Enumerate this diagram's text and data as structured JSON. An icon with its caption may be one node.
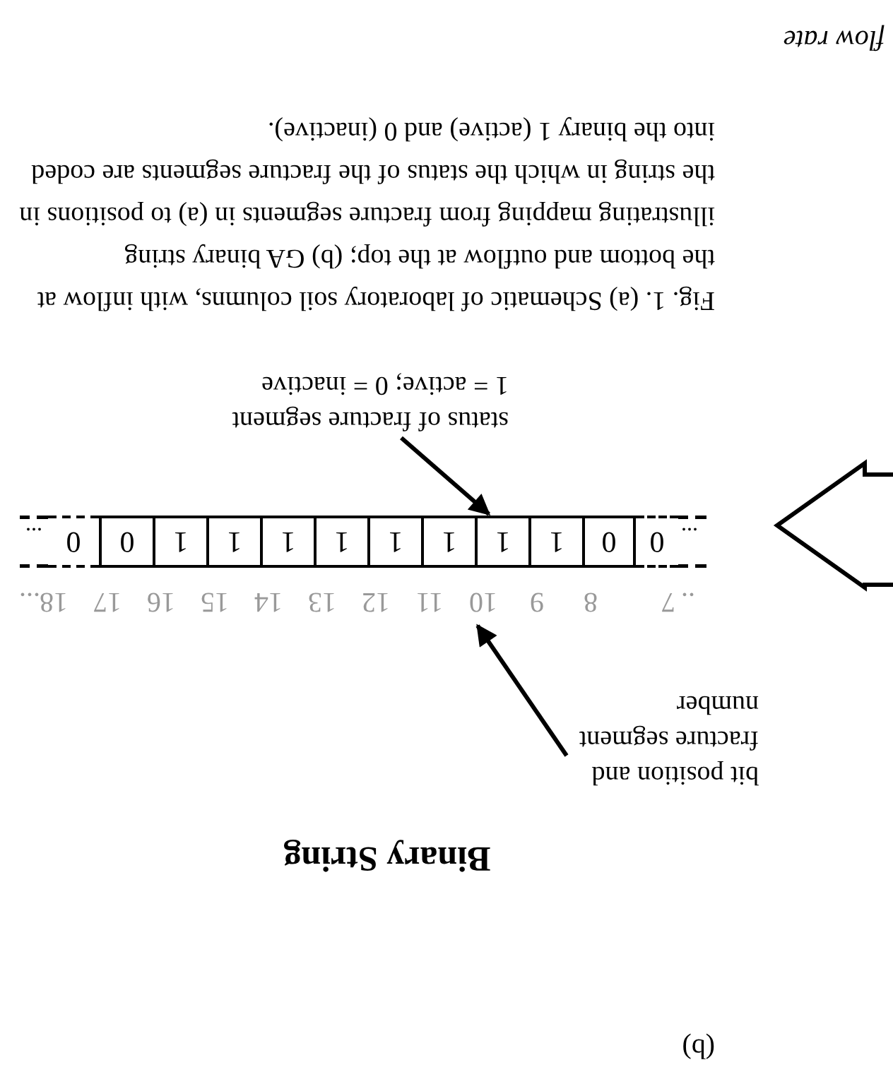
{
  "diagram": {
    "title": "Binary String",
    "caption": "Fig. 1. (a) Schematic of laboratory soil columns, with inflow at the bottom and outflow at the top;  (b) GA binary string illustrating mapping from fracture segments in (a) to positions in the string in which the status of the fracture segments are coded into the binary 1 (active) and 0 (inactive).",
    "nodes": [
      {
        "text": [
          "status of fracture segment",
          "1 = active; 0 = inactive"
        ]
      },
      {
        "text": [
          "bit position and fracture segment number"
        ]
      },
      {
        "text": [
          "0"
        ]
      },
      {
        "text": [
          "0"
        ]
      },
      {
        "text": [
          "1"
        ]
      },
      {
        "text": [
          "1"
        ]
      },
      {
        "text": [
          "1"
        ]
      },
      {
        "text": [
          "1"
        ]
      },
      {
        "text": [
          "1"
        ]
      },
      {
        "text": [
          "1"
        ]
      },
      {
        "text": [
          "1"
        ]
      },
      {
        "text": [
          "1"
        ]
      },
      {
        "text": [
          "0"
        ]
      },
      {
        "text": [
          "0"
        ]
      },
      {
        "text": [
          "10"
        ]
      }
    ],
    "edges": [
      {
        "from": 0,
        "to": 5,
        "arrow": "to"
      },
      {
        "from": 1,
        "to": 14,
        "arrow": "to"
      }
    ],
    "labels": [
      "(b)",
      "..",
      "7",
      "8",
      "9",
      "11",
      "12",
      "13",
      "14",
      "15",
      "16",
      "17",
      "18",
      "...",
      "...",
      "...",
      "flow rate"
    ]
  }
}
